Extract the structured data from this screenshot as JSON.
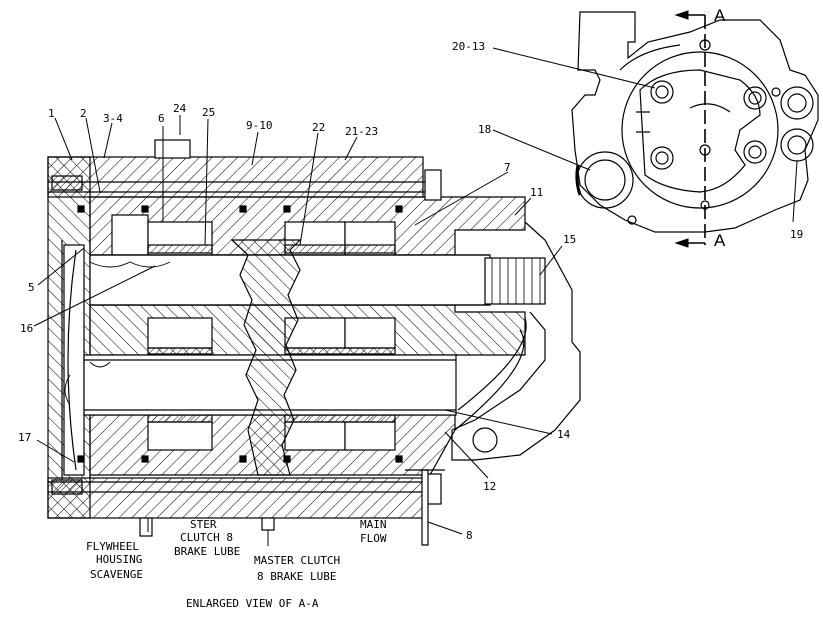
{
  "figure": {
    "caption": "ENLARGED VIEW OF A-A",
    "section_marks": [
      "A",
      "A"
    ],
    "callouts": [
      {
        "id": "1",
        "label": "1"
      },
      {
        "id": "2",
        "label": "2"
      },
      {
        "id": "3-4",
        "label": "3-4"
      },
      {
        "id": "24",
        "label": "24"
      },
      {
        "id": "6",
        "label": "6"
      },
      {
        "id": "25",
        "label": "25"
      },
      {
        "id": "9-10",
        "label": "9-10"
      },
      {
        "id": "22",
        "label": "22"
      },
      {
        "id": "21-23",
        "label": "21-23"
      },
      {
        "id": "7",
        "label": "7"
      },
      {
        "id": "11",
        "label": "11"
      },
      {
        "id": "15",
        "label": "15"
      },
      {
        "id": "5",
        "label": "5"
      },
      {
        "id": "16",
        "label": "16"
      },
      {
        "id": "17",
        "label": "17"
      },
      {
        "id": "14",
        "label": "14"
      },
      {
        "id": "12",
        "label": "12"
      },
      {
        "id": "8",
        "label": "8"
      },
      {
        "id": "20-13",
        "label": "20-13"
      },
      {
        "id": "18",
        "label": "18"
      },
      {
        "id": "19",
        "label": "19"
      }
    ],
    "port_labels": {
      "flywheel": [
        "FLYWHEEL",
        "HOUSING",
        "SCAVENGE"
      ],
      "ster_clutch": [
        "STER",
        "CLUTCH 8",
        "BRAKE LUBE"
      ],
      "master_clutch": [
        "MASTER CLUTCH",
        "8 BRAKE LUBE"
      ],
      "main_flow": [
        "MAIN",
        "FLOW"
      ]
    }
  }
}
